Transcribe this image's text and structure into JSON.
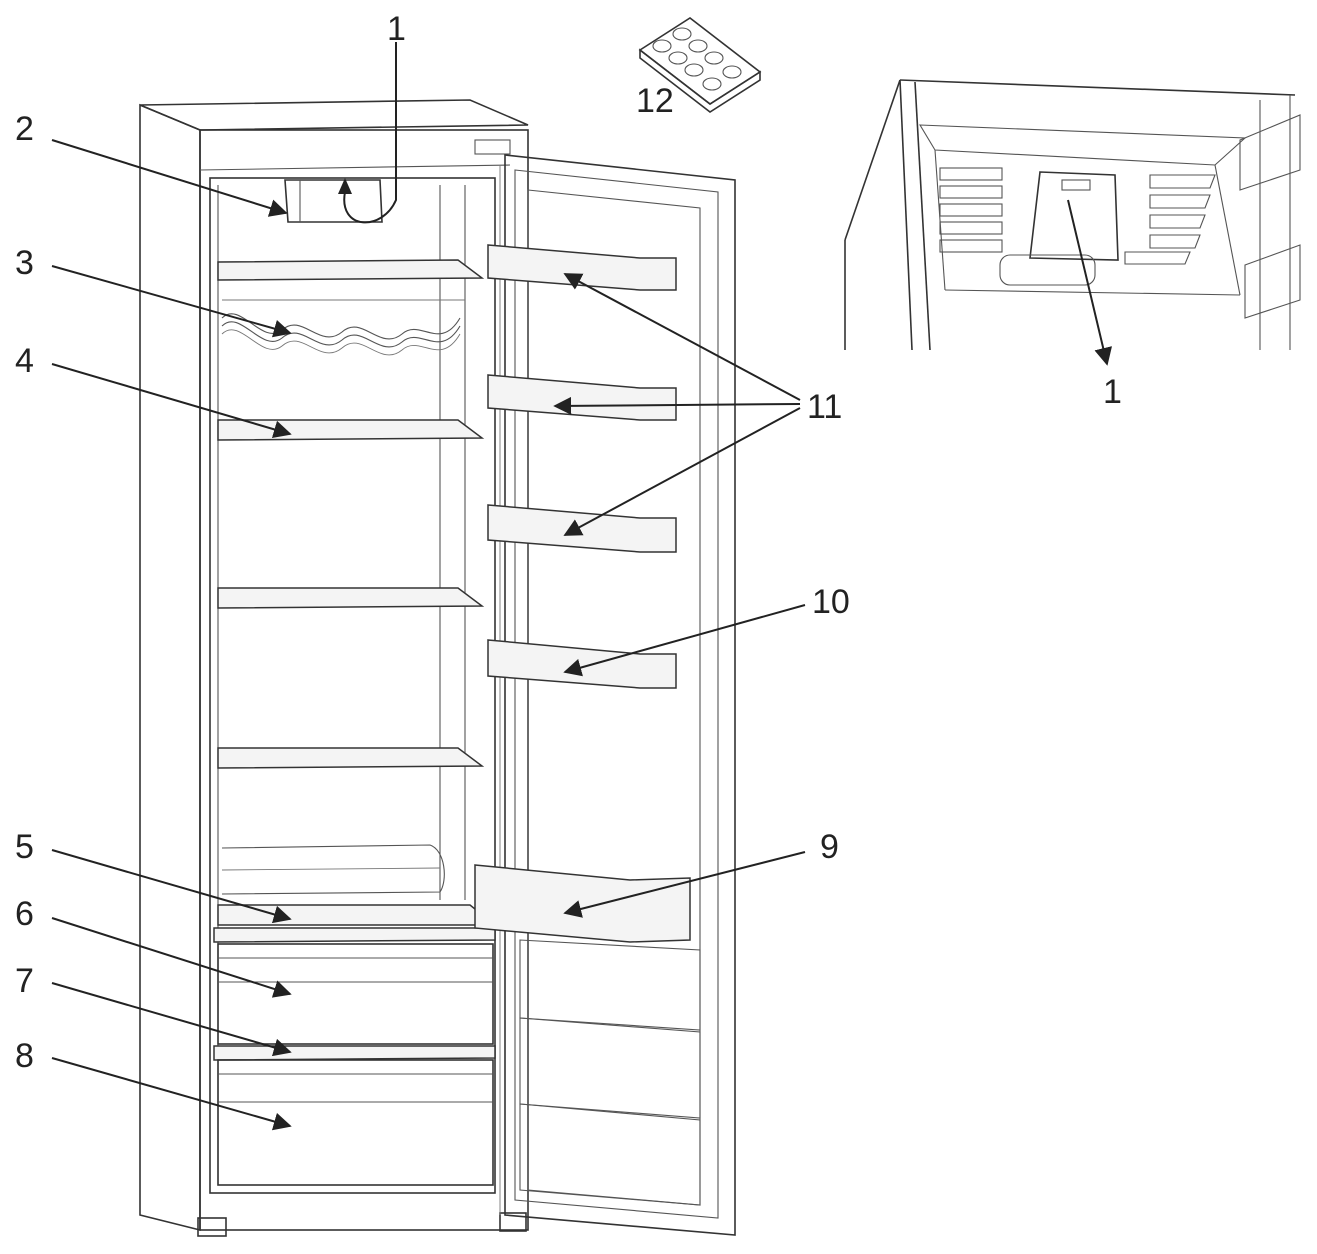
{
  "callouts": [
    {
      "id": "1",
      "label": "1"
    },
    {
      "id": "2",
      "label": "2"
    },
    {
      "id": "3",
      "label": "3"
    },
    {
      "id": "4",
      "label": "4"
    },
    {
      "id": "5",
      "label": "5"
    },
    {
      "id": "6",
      "label": "6"
    },
    {
      "id": "7",
      "label": "7"
    },
    {
      "id": "8",
      "label": "8"
    },
    {
      "id": "9",
      "label": "9"
    },
    {
      "id": "10",
      "label": "10"
    },
    {
      "id": "11",
      "label": "11"
    },
    {
      "id": "12",
      "label": "12"
    },
    {
      "id": "1-detail",
      "label": "1"
    }
  ],
  "colors": {
    "line": "#333333",
    "background": "#ffffff"
  }
}
